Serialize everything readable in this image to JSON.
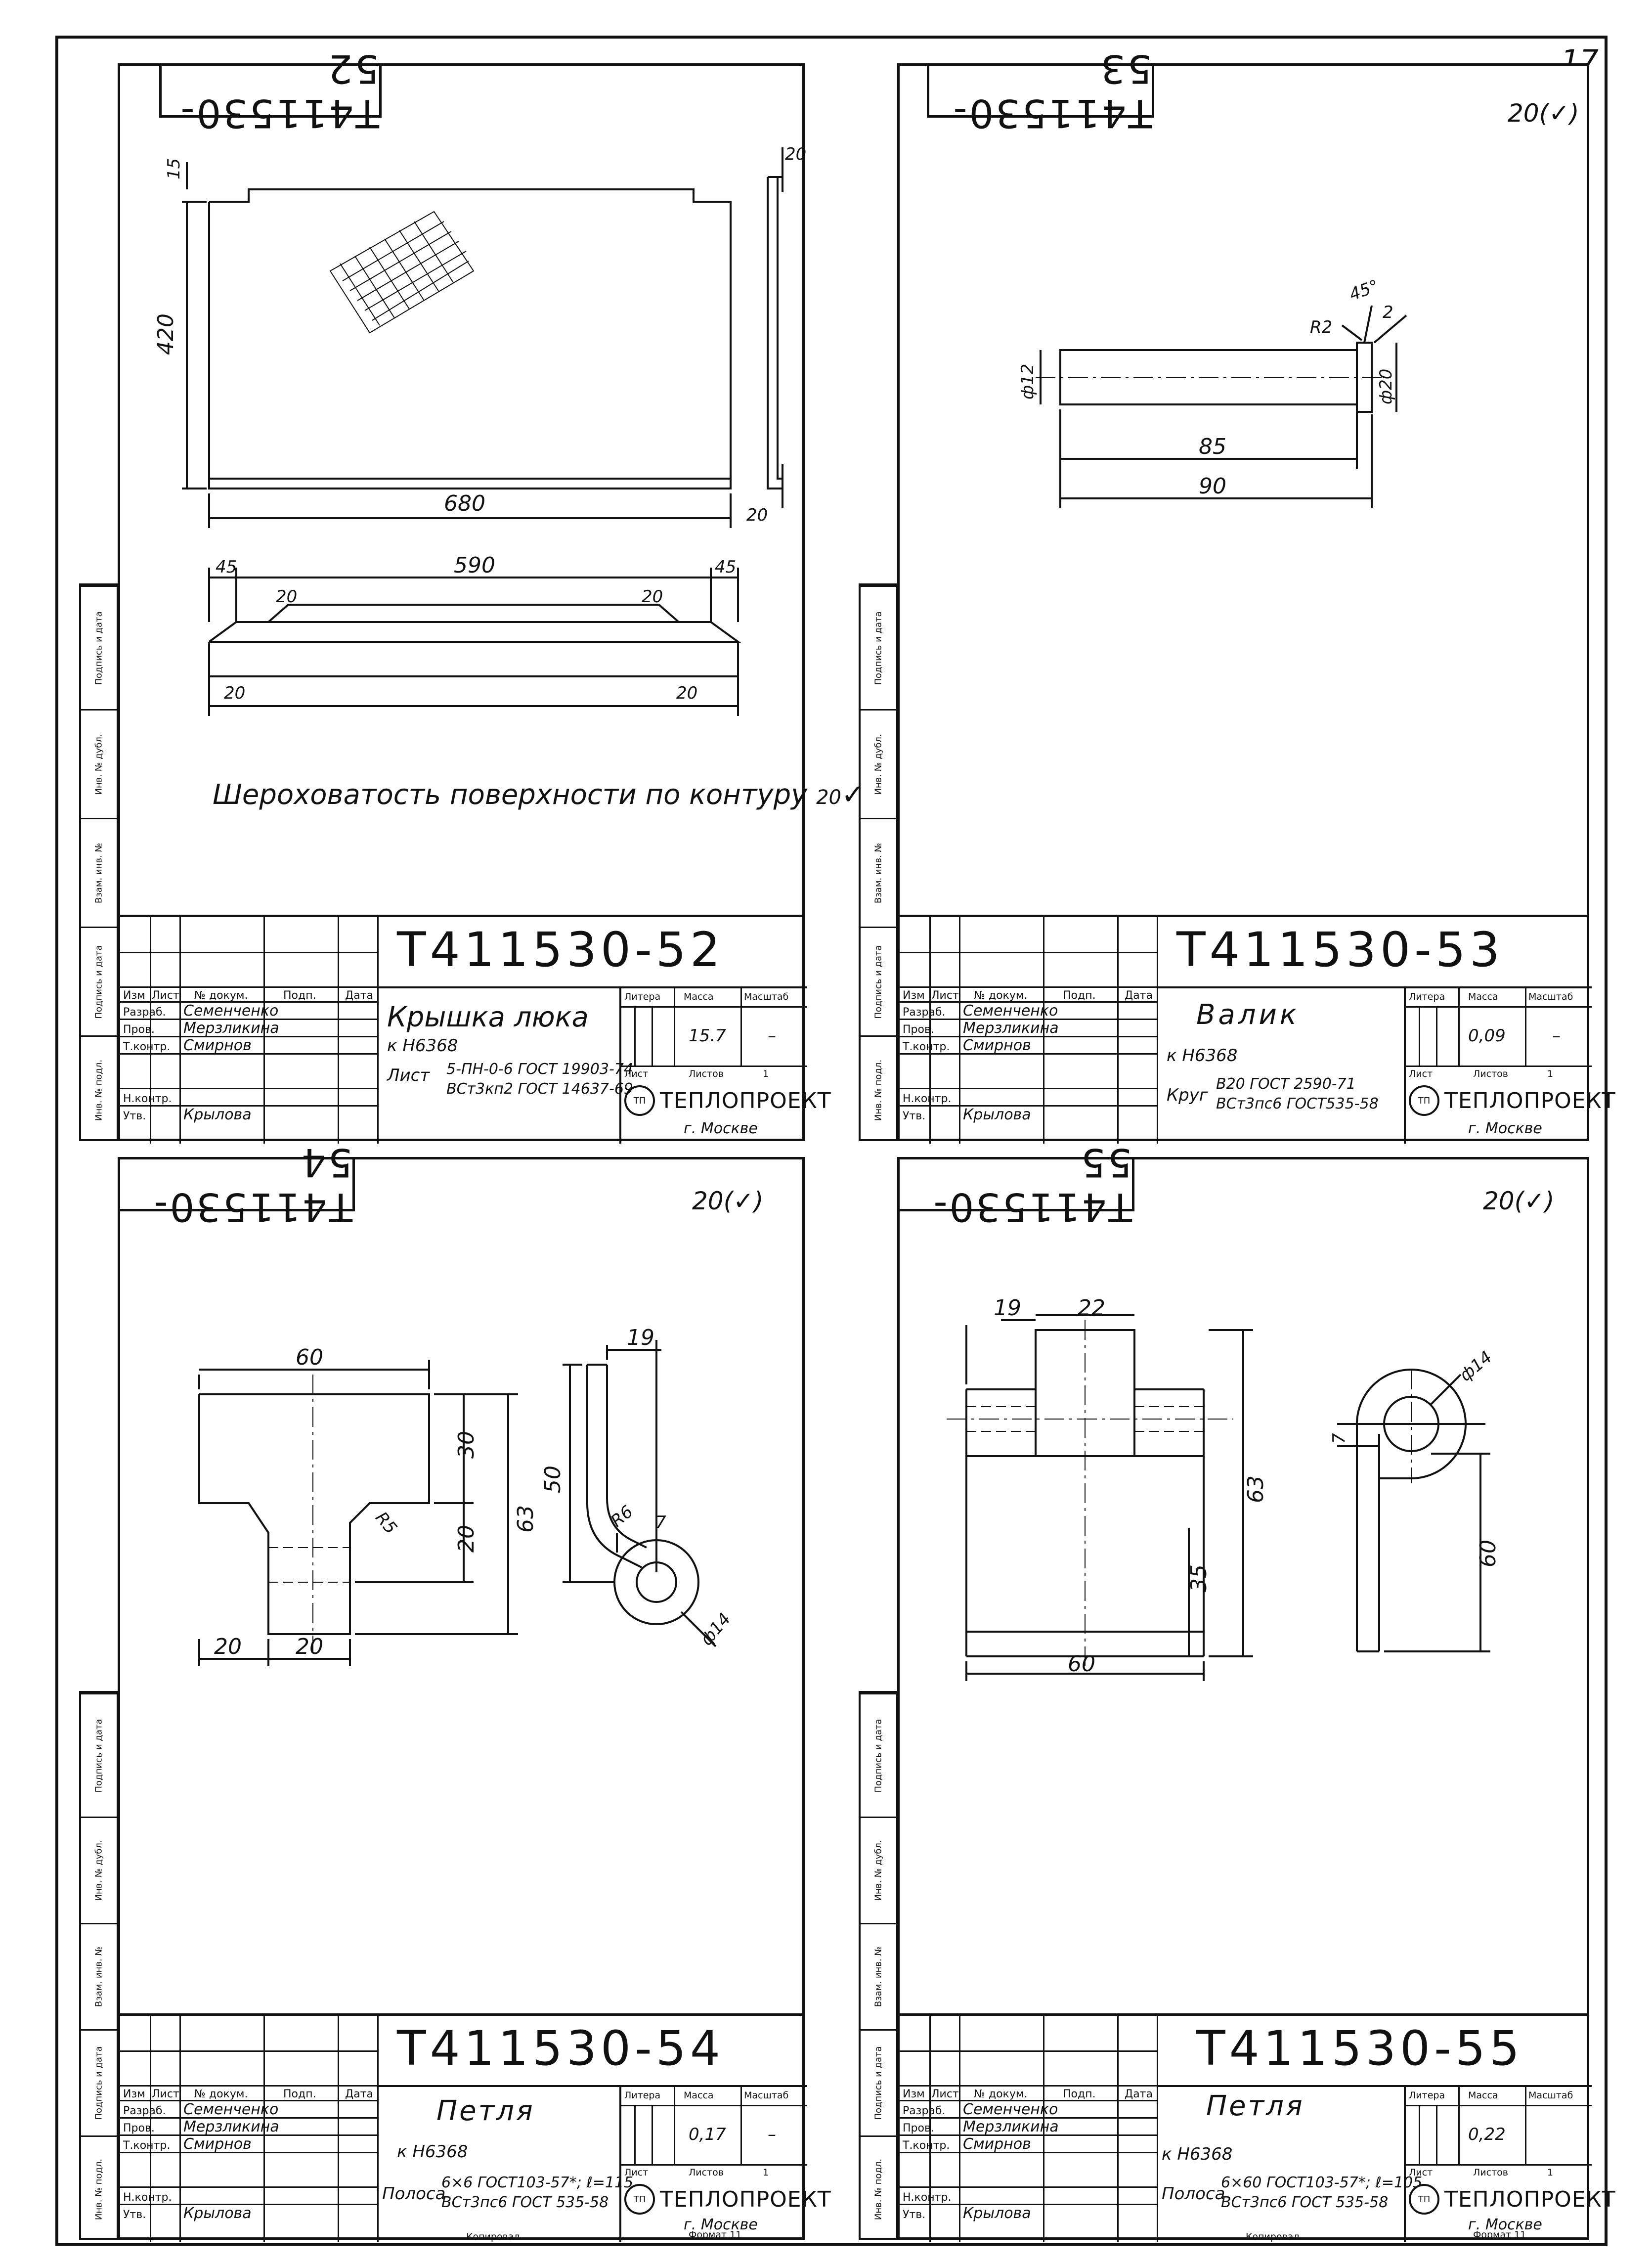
{
  "page_number": "17",
  "sheets": [
    {
      "code": "Т411530-52",
      "code_mirrored": "Т411530-52",
      "name": "Крышка люка",
      "for_item": "к Н6368",
      "material_label": "Лист",
      "material_top": "5-ПН-0-6 ГОСТ 19903-74",
      "material_bottom": "ВСт3кп2 ГОСТ 14637-69",
      "mass": "15.7",
      "scale": "–",
      "sheet_label": "Лист",
      "sheets_label": "Листов",
      "sheets_count": "1",
      "roughness": "",
      "note": "Шероховатость поверхности по контуру",
      "note_symbol": "20",
      "dims": {
        "d1": "15",
        "d2": "420",
        "d3": "680",
        "d4": "20",
        "d5": "20",
        "d6": "45",
        "d7": "590",
        "d8": "45",
        "d9": "20",
        "d10": "20",
        "d11": "20",
        "d12": "20"
      }
    },
    {
      "code": "Т411530-53",
      "code_mirrored": "Т411530-53",
      "name": "Валик",
      "for_item": "к Н6368",
      "material_label": "Круг",
      "material_top": "В20 ГОСТ 2590-71",
      "material_bottom": "ВСт3пс6 ГОСТ535-58",
      "mass": "0,09",
      "scale": "–",
      "sheet_label": "Лист",
      "sheets_label": "Листов",
      "sheets_count": "1",
      "roughness": "20(✓)",
      "dims": {
        "d1": "45°",
        "d2": "R2",
        "d3": "2",
        "d4": "ф12",
        "d5": "ф20",
        "d6": "85",
        "d7": "90"
      }
    },
    {
      "code": "Т411530-54",
      "code_mirrored": "Т411530-54",
      "name": "Петля",
      "for_item": "к Н6368",
      "material_label": "Полоса",
      "material_top": "6×6 ГОСТ103-57*; ℓ=115",
      "material_bottom": "ВСт3пс6 ГОСТ 535-58",
      "mass": "0,17",
      "scale": "–",
      "sheet_label": "Лист",
      "sheets_label": "Листов",
      "sheets_count": "1",
      "roughness": "20(✓)",
      "dims": {
        "d1": "60",
        "d2": "30",
        "d3": "20",
        "d4": "63",
        "d5": "R5",
        "d6": "20",
        "d7": "20",
        "d8": "19",
        "d9": "50",
        "d10": "R6",
        "d11": "7",
        "d12": "ф14"
      }
    },
    {
      "code": "Т411530-55",
      "code_mirrored": "Т411530-55",
      "name": "Петля",
      "for_item": "к Н6368",
      "material_label": "Полоса",
      "material_top": "6×60 ГОСТ103-57*; ℓ=105",
      "material_bottom": "ВСт3пс6 ГОСТ 535-58",
      "mass": "0,22",
      "scale": "",
      "sheet_label": "Лист",
      "sheets_label": "Листов",
      "sheets_count": "1",
      "roughness": "20(✓)",
      "dims": {
        "d1": "19",
        "d2": "22",
        "d3": "63",
        "d4": "35",
        "d5": "60",
        "d6": "ф14",
        "d7": "7",
        "d8": "60"
      }
    }
  ],
  "title_block": {
    "col_headers": [
      "Изм",
      "Лист",
      "№ докум.",
      "Подп.",
      "Дата"
    ],
    "roles": [
      "Разраб.",
      "Пров.",
      "Т.контр.",
      "Н.контр.",
      "Утв."
    ],
    "people": [
      "Семенченко",
      "Мерзликина",
      "Смирнов",
      "",
      "Крылова"
    ],
    "hdr_litera": "Литера",
    "hdr_mass": "Масса",
    "hdr_scale": "Масштаб",
    "org": "ТЕПЛОПРОЕКТ",
    "org_emblem": "ТП",
    "city": "г. Москве",
    "copied": "Копировал",
    "format": "Формат 11"
  },
  "side_strip": [
    "Инв. № подл.",
    "Подпись и дата",
    "Взам. инв. №",
    "Инв. № дубл.",
    "Подпись и дата"
  ]
}
